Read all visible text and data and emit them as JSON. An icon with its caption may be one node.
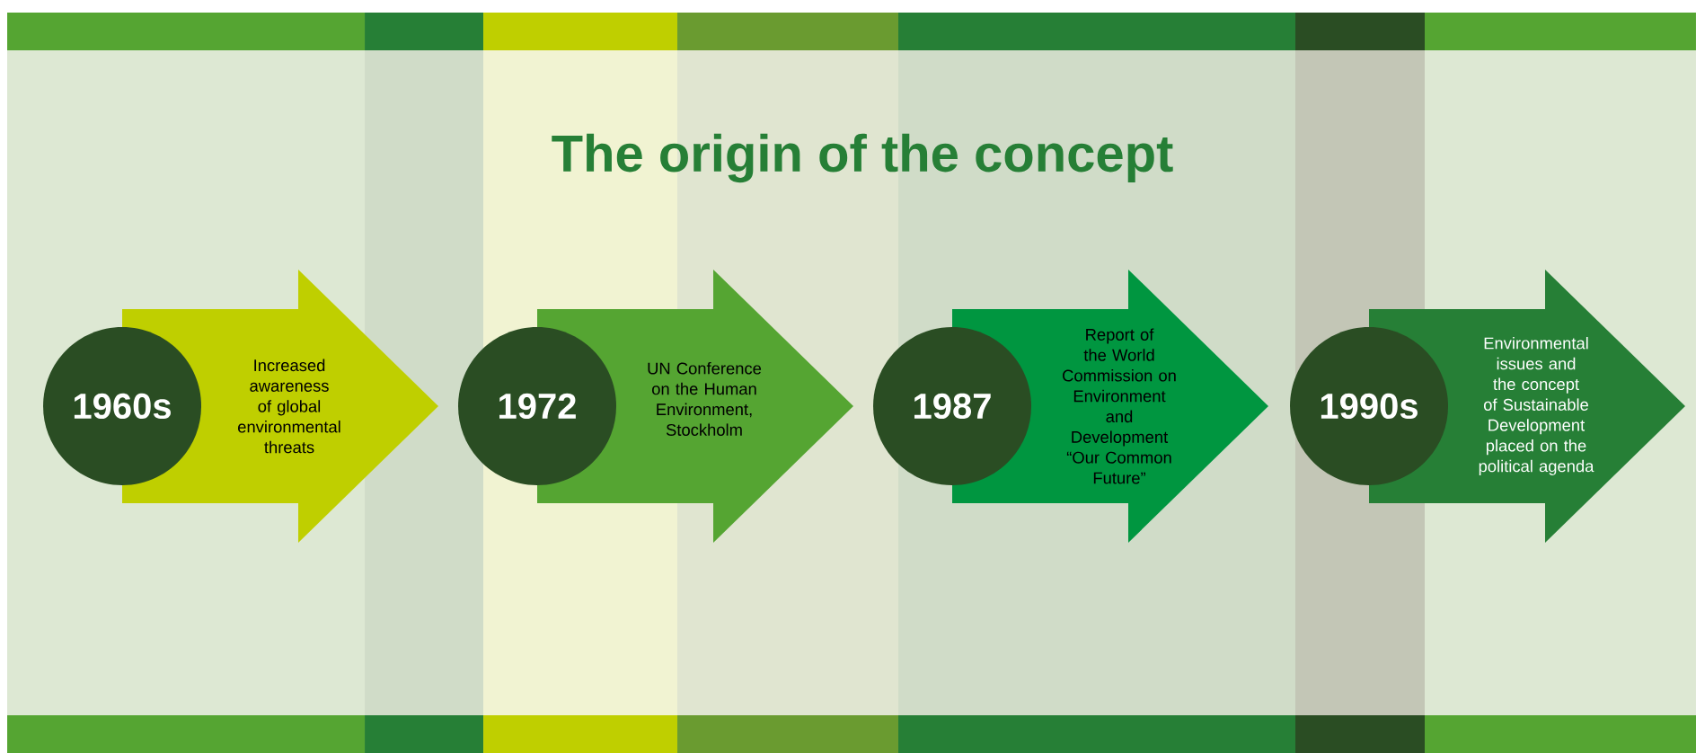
{
  "diagram": {
    "title": "The origin of the concept",
    "nodes": [
      {
        "text": [
          "1960s"
        ]
      },
      {
        "text": [
          "Increased awareness of global environmental threats"
        ]
      },
      {
        "text": [
          "1972"
        ]
      },
      {
        "text": [
          "UN Conference on the Human Environment, Stockholm"
        ]
      },
      {
        "text": [
          "1987"
        ]
      },
      {
        "text": [
          "Report of the World Commission on Environment and Development “Our Common Future”"
        ]
      },
      {
        "text": [
          "1990s"
        ]
      },
      {
        "text": [
          "Environmental issues and the concept of Sustainable Development placed on the political agenda"
        ]
      }
    ]
  }
}
